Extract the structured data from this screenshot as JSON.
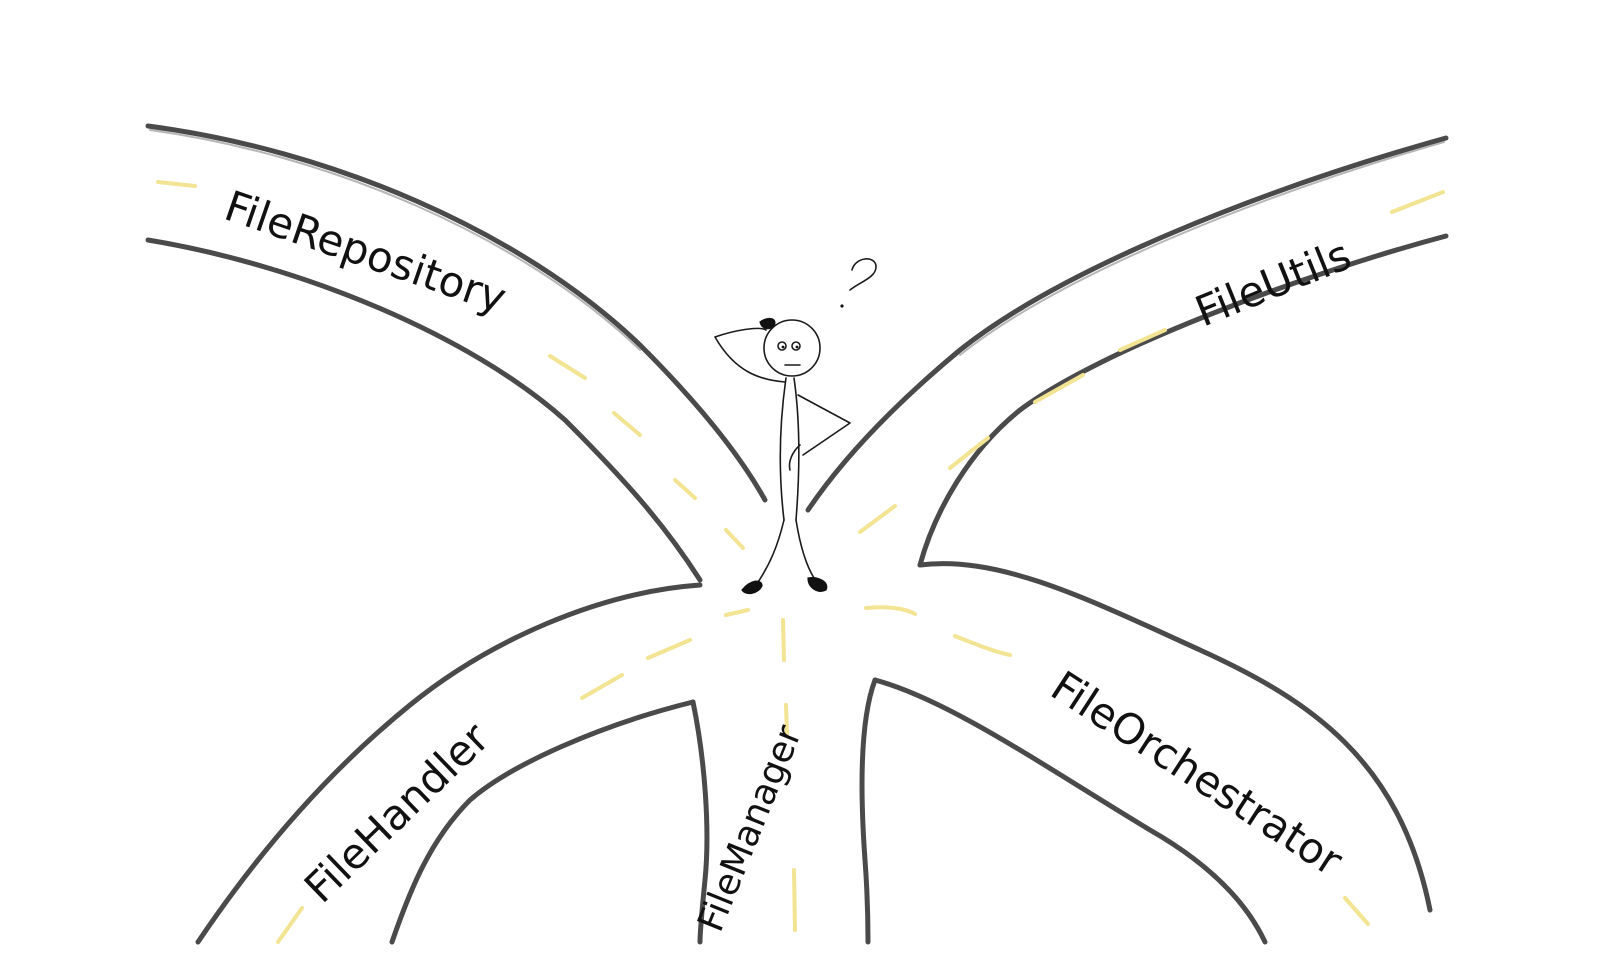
{
  "roads": [
    {
      "id": "north-west",
      "label": "FileRepository"
    },
    {
      "id": "north-east",
      "label": "FileUtils"
    },
    {
      "id": "south-west",
      "label": "FileHandler"
    },
    {
      "id": "south",
      "label": "FileManager"
    },
    {
      "id": "south-east",
      "label": "FileOrchestrator"
    }
  ],
  "thought": "?",
  "colors": {
    "road_edge": "#4a4a4a",
    "center_line": "#f2e493",
    "ink": "#111111",
    "background": "#ffffff"
  }
}
